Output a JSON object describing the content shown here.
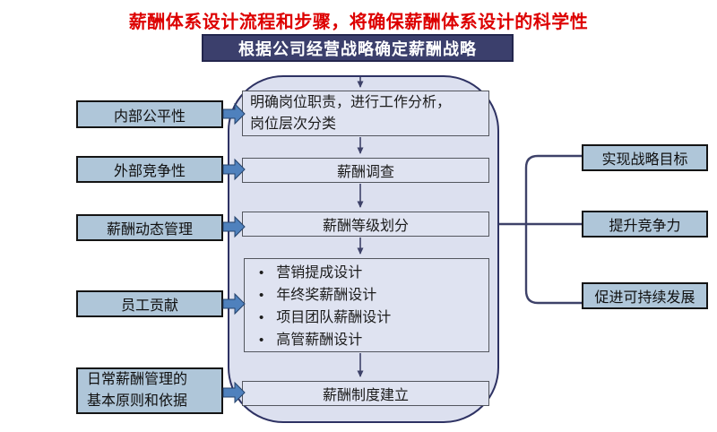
{
  "title": "薪酬体系设计流程和步骤，将确保薪酬体系设计的科学性",
  "strategy_header": "根据公司经营战略确定薪酬战略",
  "process": {
    "step1": "明确岗位职责，进行工作分析，\n岗位层次分类",
    "step2": "薪酬调查",
    "step3": "薪酬等级划分",
    "step4_bullets": [
      "营销提成设计",
      "年终奖薪酬设计",
      "项目团队薪酬设计",
      "高管薪酬设计"
    ],
    "step5": "薪酬制度建立"
  },
  "left_factors": [
    "内部公平性",
    "外部竞争性",
    "薪酬动态管理",
    "员工贡献",
    "日常薪酬管理的\n基本原则和依据"
  ],
  "right_outcomes": [
    "实现战略目标",
    "提升竞争力",
    "促进可持续发展"
  ],
  "colors": {
    "title_red": "#dd0000",
    "header_navy": "#3b3f6c",
    "container_fill": "#dce0ef",
    "container_border": "#2e3263",
    "step_fill": "#dfe3f1",
    "side_box_fill": "#afc6d9",
    "arrow_blue": "#4f81bd",
    "connector_line": "#3e4269"
  }
}
